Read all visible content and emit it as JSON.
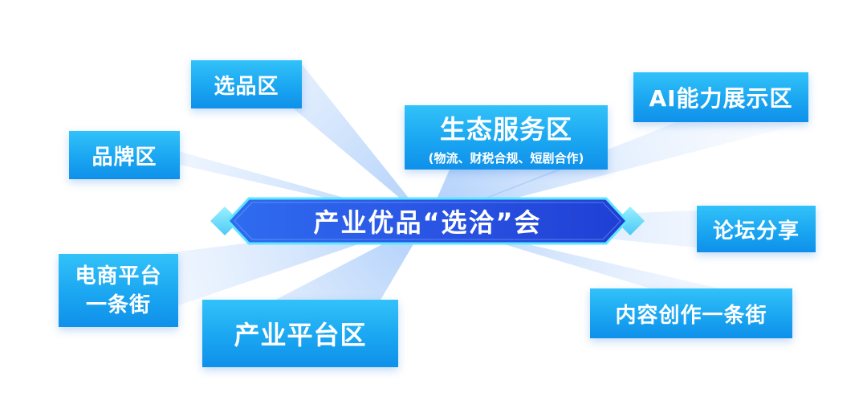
{
  "center": {
    "title": "产业优品“选洽”会"
  },
  "zones": {
    "select": "选品区",
    "brand": "品牌区",
    "ecommerce_line1": "电商平台",
    "ecommerce_line2": "一条街",
    "industry_platform": "产业平台区",
    "eco_service": "生态服务区",
    "eco_service_sub": "(物流、财税合规、短剧合作)",
    "ai": "AI能力展示区",
    "forum": "论坛分享",
    "content": "内容创作一条街"
  },
  "colors": {
    "zone_top": "#32c2f9",
    "zone_bottom": "#0f90ea",
    "banner_left": "#2c5ee8",
    "banner_right": "#1f3fd4",
    "banner_border": "#5ee6ff",
    "ray": "#5d9ef5"
  }
}
